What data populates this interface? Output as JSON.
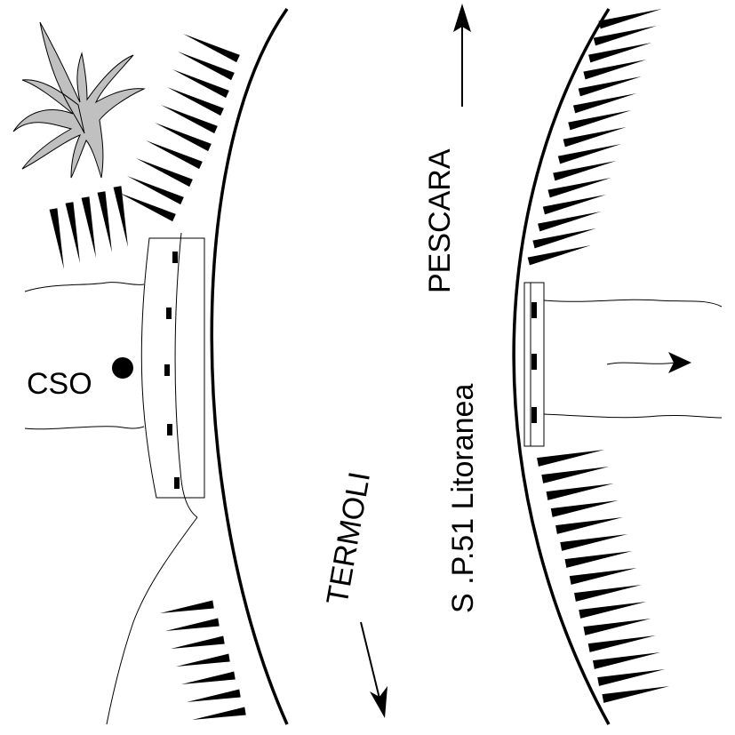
{
  "labels": {
    "cso": "CSO",
    "pescara": "PESCARA",
    "termoli": "TERMOLI",
    "road": "S .P.51 Litoranea"
  },
  "colors": {
    "ink": "#000000",
    "vegetation": "#c0c0c0",
    "background": "#ffffff"
  },
  "icons": {
    "north_arrow": "arrow-up-icon",
    "south_arrow": "arrow-down-icon",
    "flow_arrow": "arrow-right-icon",
    "tree": "tree-icon",
    "outfall_marker": "dot-icon"
  }
}
